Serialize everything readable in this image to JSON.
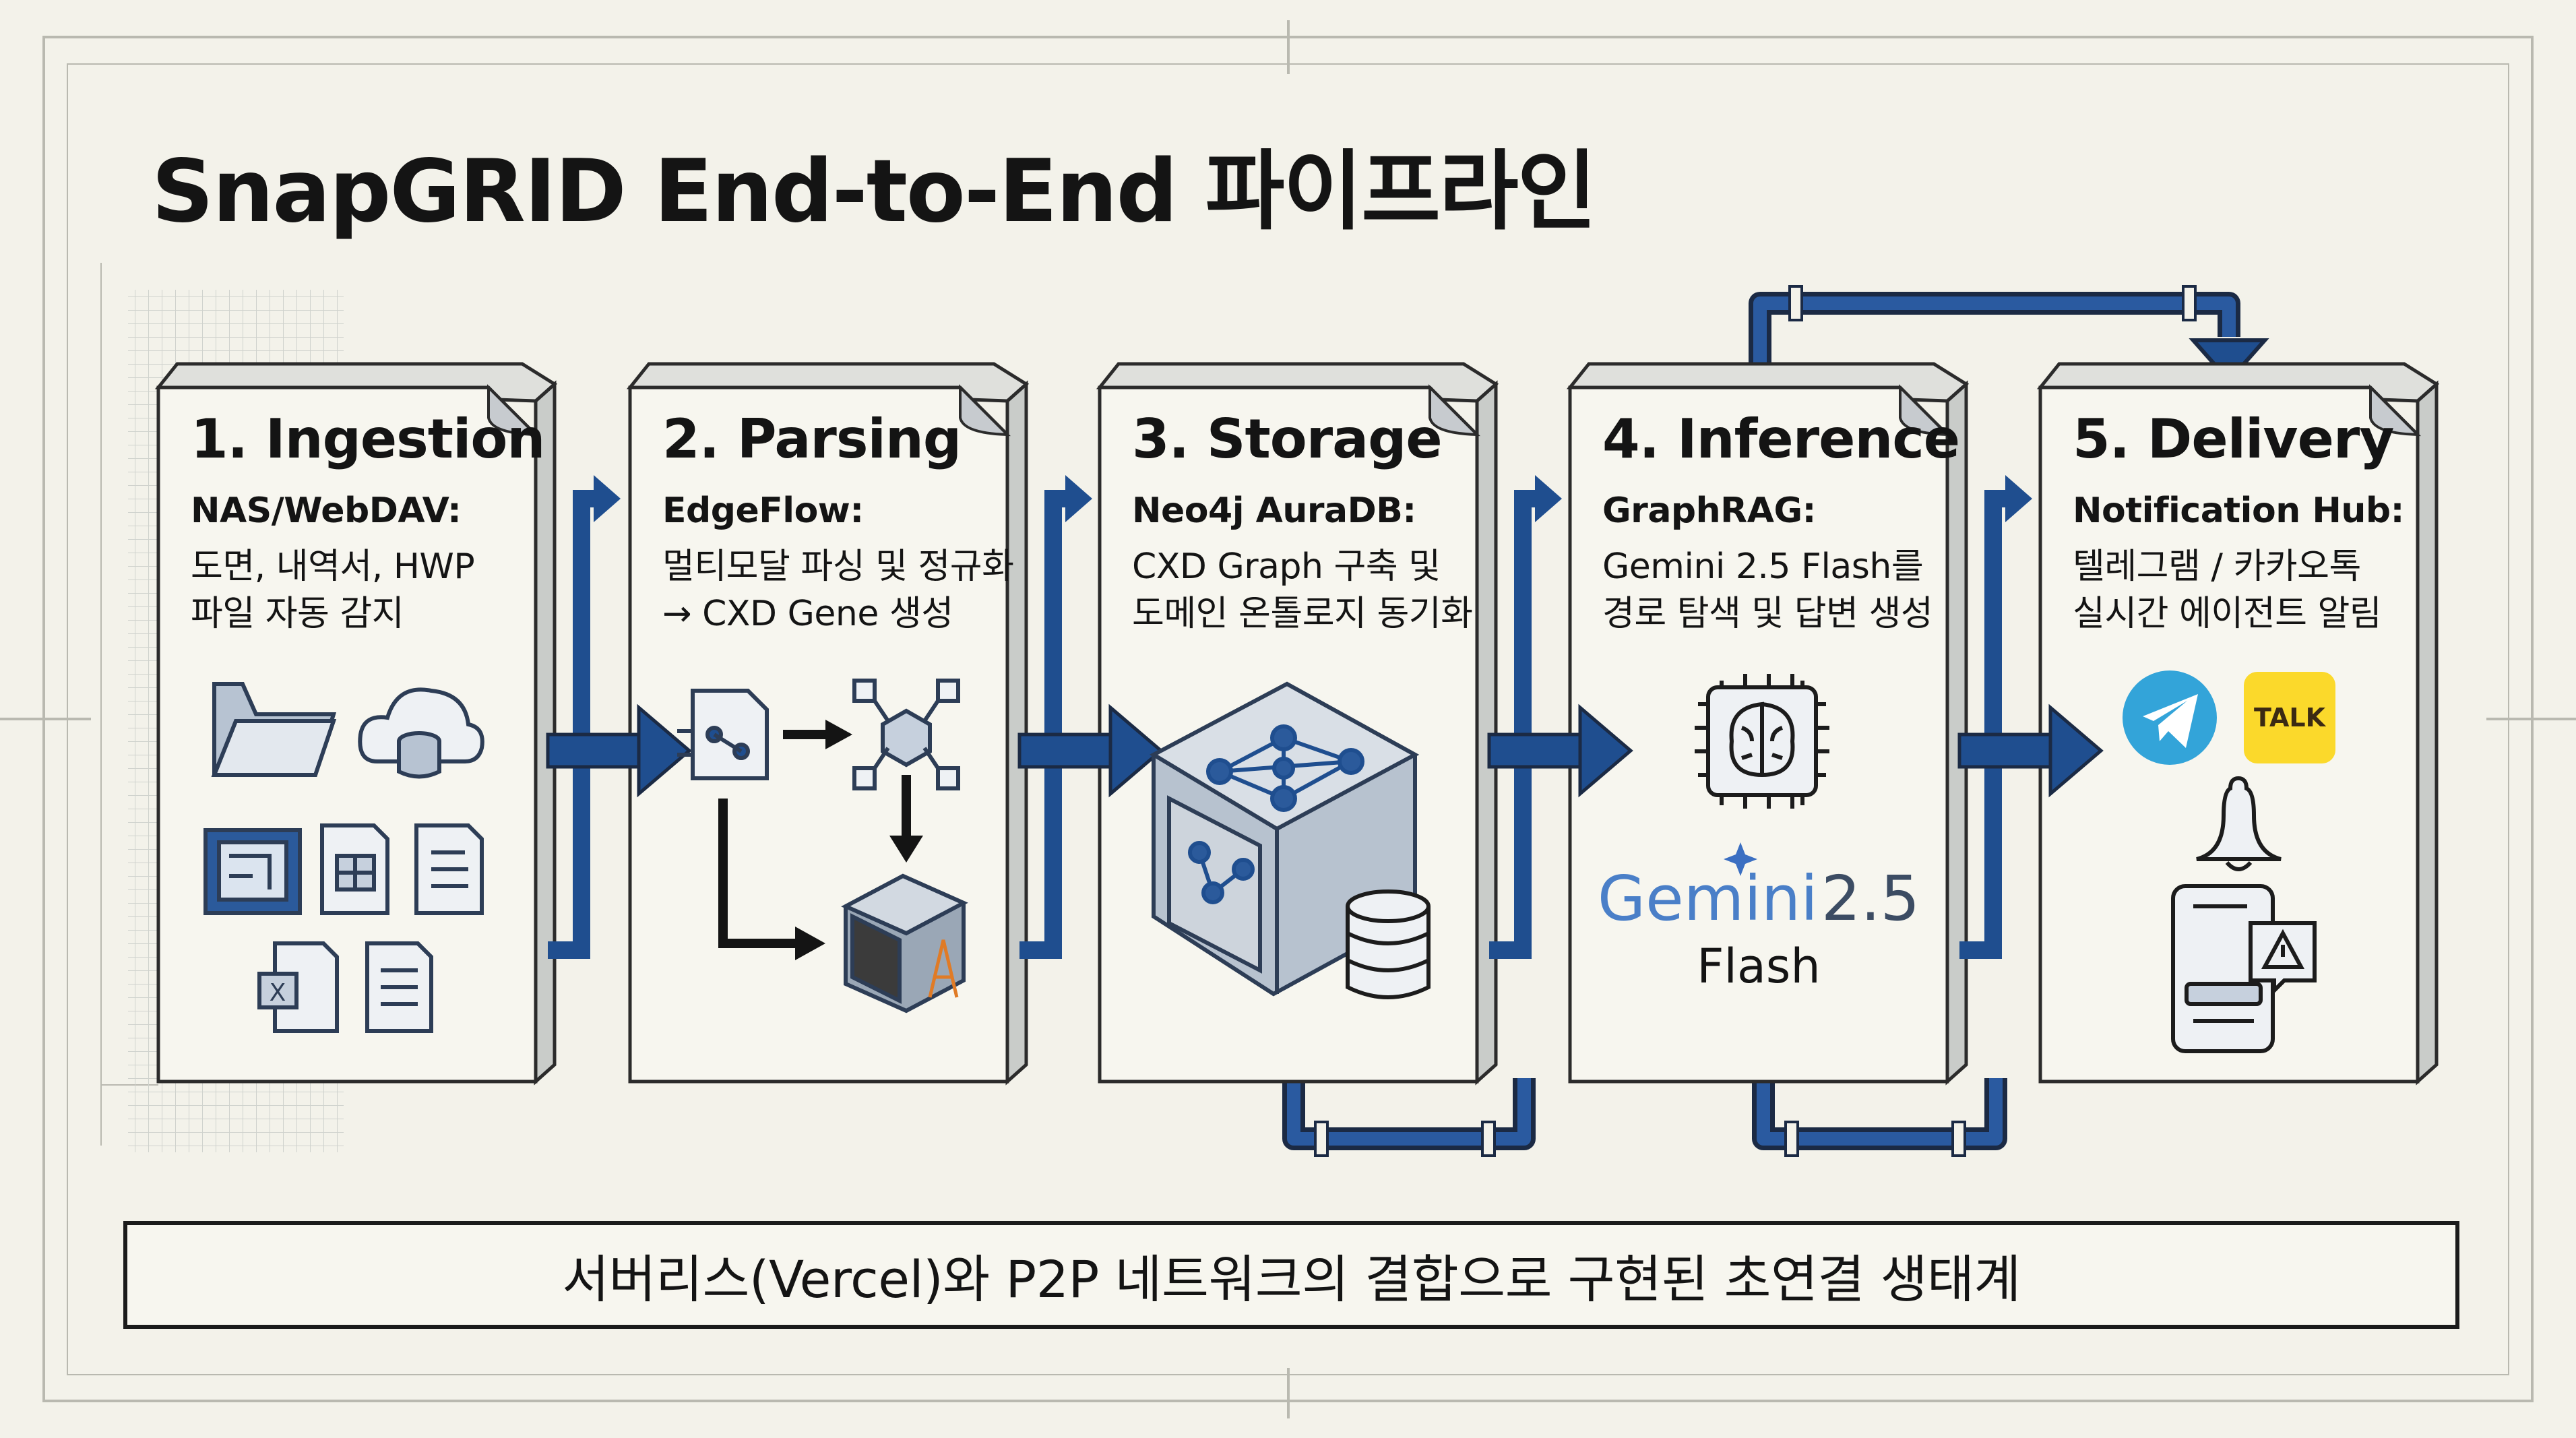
{
  "title": "SnapGRID End-to-End 파이프라인",
  "stages": [
    {
      "title": "1. Ingestion",
      "head": "NAS/WebDAV:",
      "lines": [
        "도면, 내역서, HWP",
        "파일 자동 감지"
      ],
      "icons": [
        "folder-icon",
        "cloud-database-icon",
        "blueprint-icon",
        "spreadsheet-icon",
        "document-icon",
        "excel-icon",
        "text-file-icon"
      ]
    },
    {
      "title": "2. Parsing",
      "head": "EdgeFlow:",
      "lines": [
        "멀티모달 파싱 및 정규화",
        "→ CXD Gene 생성"
      ],
      "icons": [
        "document-parse-icon",
        "node-cube-icon",
        "gene-cube-icon"
      ]
    },
    {
      "title": "3. Storage",
      "head": "Neo4j AuraDB:",
      "lines": [
        "CXD Graph 구축 및",
        "도메인 온톨로지 동기화"
      ],
      "icons": [
        "graph-cube-icon",
        "database-icon"
      ]
    },
    {
      "title": "4. Inference",
      "head": "GraphRAG:",
      "lines": [
        "Gemini 2.5 Flash를",
        "경로 탐색 및 답변 생성"
      ],
      "icons": [
        "brain-chip-icon",
        "gemini-logo"
      ]
    },
    {
      "title": "5. Delivery",
      "head": "Notification Hub:",
      "lines": [
        "텔레그램 / 카카오톡",
        "실시간 에이전트 알림"
      ],
      "icons": [
        "telegram-icon",
        "kakaotalk-icon",
        "bell-icon",
        "phone-alert-icon"
      ]
    }
  ],
  "gemini": {
    "name": "Gemini",
    "version": "2.5",
    "variant": "Flash"
  },
  "kakao_label": "TALK",
  "footer": "서버리스(Vercel)와 P2P 네트워크의 결합으로 구현된 초연결 생태계",
  "colors": {
    "background": "#f3f2ea",
    "card": "#f7f6ef",
    "arrow": "#1f4e8f",
    "ink": "#141414",
    "telegram": "#33a4d9",
    "kakao": "#fbd92b"
  }
}
